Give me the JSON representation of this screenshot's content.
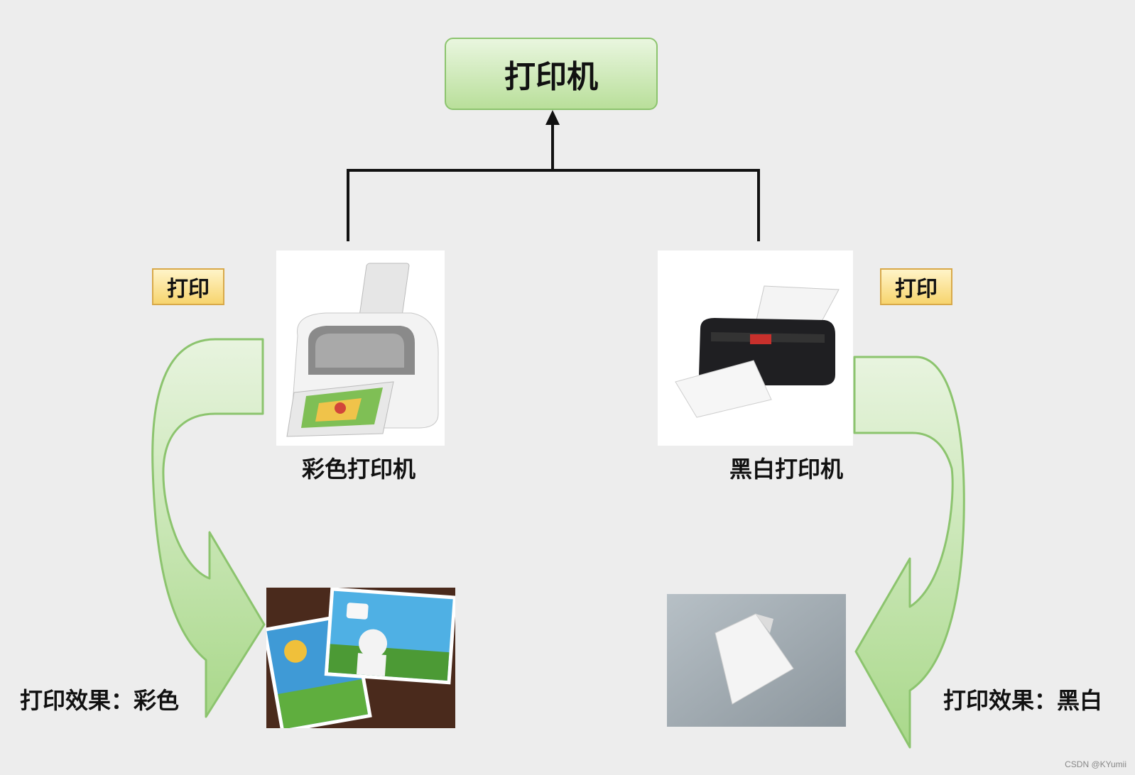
{
  "root": {
    "label": "打印机"
  },
  "left": {
    "printer_label": "彩色打印机",
    "action_label": "打印",
    "result_label": "打印效果：彩色"
  },
  "right": {
    "printer_label": "黑白打印机",
    "action_label": "打印",
    "result_label": "打印效果：黑白"
  },
  "watermark": "CSDN @KYumii",
  "colors": {
    "root_fill_top": "#e9f6df",
    "root_fill_bottom": "#b9df9a",
    "root_border": "#8cc46e",
    "badge_fill": "#f7d46e",
    "badge_border": "#d8a94a",
    "curved_arrow_fill": "#c9e6b1",
    "curved_arrow_stroke": "#8cc46e",
    "connector": "#111111",
    "background": "#ededed"
  },
  "icons": {
    "left_device": "color-printer-image",
    "right_device": "black-printer-image",
    "left_output": "color-prints-photo",
    "right_output": "blank-paper-photo"
  }
}
